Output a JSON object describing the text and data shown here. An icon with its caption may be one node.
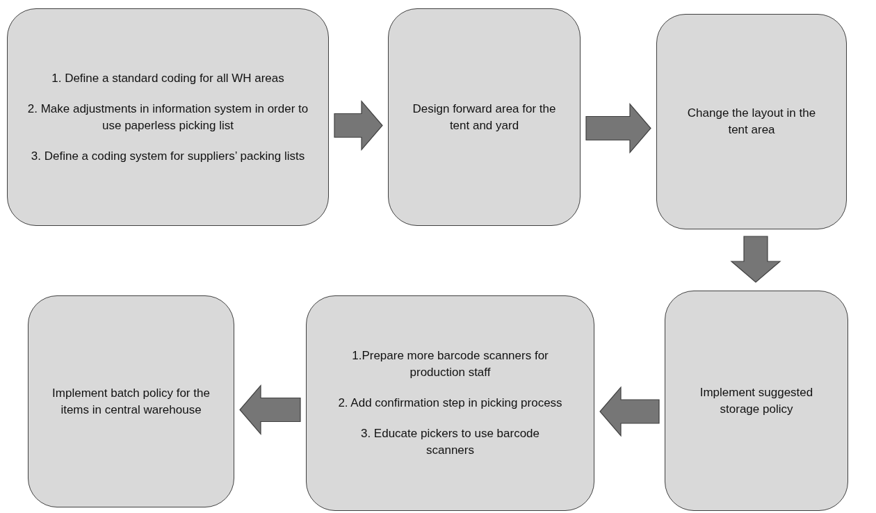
{
  "diagram": {
    "nodes": [
      {
        "text": [
          "1.    Define a standard coding for all WH areas",
          "2. Make adjustments in information system in order to use paperless picking list",
          "3. Define a coding system for suppliers’ packing lists"
        ]
      },
      {
        "text": [
          "Design forward area for the tent and yard"
        ]
      },
      {
        "text": [
          "Change the layout in the tent area"
        ]
      },
      {
        "text": [
          "Implement suggested storage policy"
        ]
      },
      {
        "text": [
          "1.Prepare more barcode scanners for production staff",
          "2. Add confirmation step in picking process",
          "3. Educate pickers to use barcode scanners"
        ]
      },
      {
        "text": [
          "Implement batch policy for the items in central warehouse"
        ]
      }
    ],
    "edges": [
      {
        "from": 0,
        "to": 1,
        "arrow": "to"
      },
      {
        "from": 1,
        "to": 2,
        "arrow": "to"
      },
      {
        "from": 2,
        "to": 3,
        "arrow": "to"
      },
      {
        "from": 3,
        "to": 4,
        "arrow": "to"
      },
      {
        "from": 4,
        "to": 5,
        "arrow": "to"
      }
    ]
  }
}
